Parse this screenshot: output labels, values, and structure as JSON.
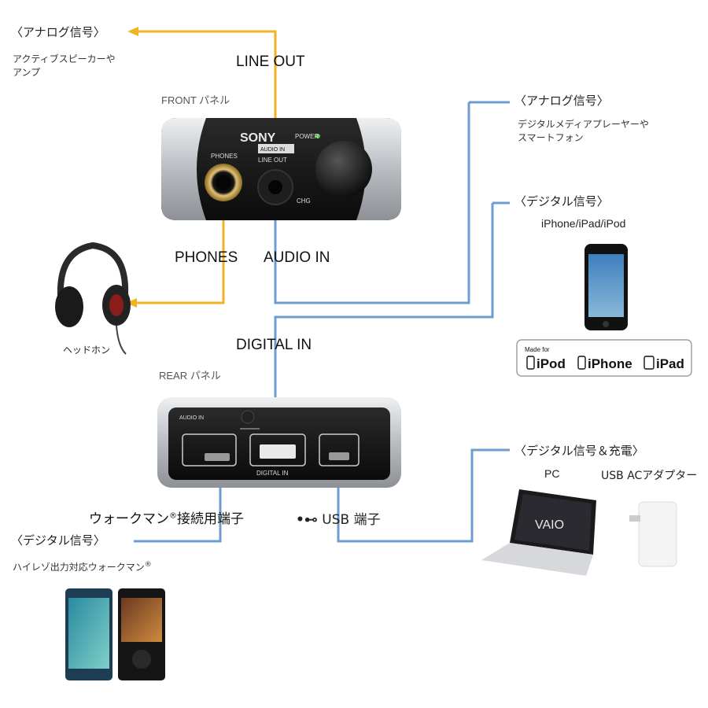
{
  "colors": {
    "analog": "#f0b323",
    "digital": "#6f9ccf",
    "device_body": "#151515",
    "metal": "#c9ccd0"
  },
  "front_panel": {
    "caption": "FRONT パネル",
    "brand": "SONY",
    "power_label": "POWER",
    "phones_jack_label": "PHONES",
    "line_jack_label_top": "AUDIO IN",
    "line_jack_label_bottom": "LINE OUT",
    "chg_label": "CHG"
  },
  "rear_panel": {
    "caption": "REAR パネル",
    "audio_in_tag": "AUDIO IN",
    "digital_in_tag": "DIGITAL IN"
  },
  "connections": {
    "line_out": "LINE OUT",
    "phones": "PHONES",
    "audio_in": "AUDIO IN",
    "digital_in": "DIGITAL IN",
    "walkman_port": "ウォークマン",
    "walkman_reg": "®",
    "walkman_port_suffix": "接続用端子",
    "usb_port": "USB 端子"
  },
  "analog_out": {
    "heading": "〈アナログ信号〉",
    "description": "アクティブスピーカーや\nアンプ"
  },
  "analog_in": {
    "heading": "〈アナログ信号〉",
    "description": "デジタルメディアプレーヤーや\nスマートフォン"
  },
  "digital_ipod": {
    "heading": "〈デジタル信号〉",
    "devices": "iPhone/iPad/iPod"
  },
  "made_for": {
    "prefix": "Made for",
    "items": [
      "iPod",
      "iPhone",
      "iPad"
    ]
  },
  "headphones": {
    "label": "ヘッドホン"
  },
  "digital_charge": {
    "heading": "〈デジタル信号＆充電〉",
    "pc_label": "PC",
    "adapter_label": "USB ACアダプター",
    "laptop_logo": "VAIO"
  },
  "walkman": {
    "heading": "〈デジタル信号〉",
    "description": "ハイレゾ出力対応ウォークマン",
    "reg": "®"
  }
}
